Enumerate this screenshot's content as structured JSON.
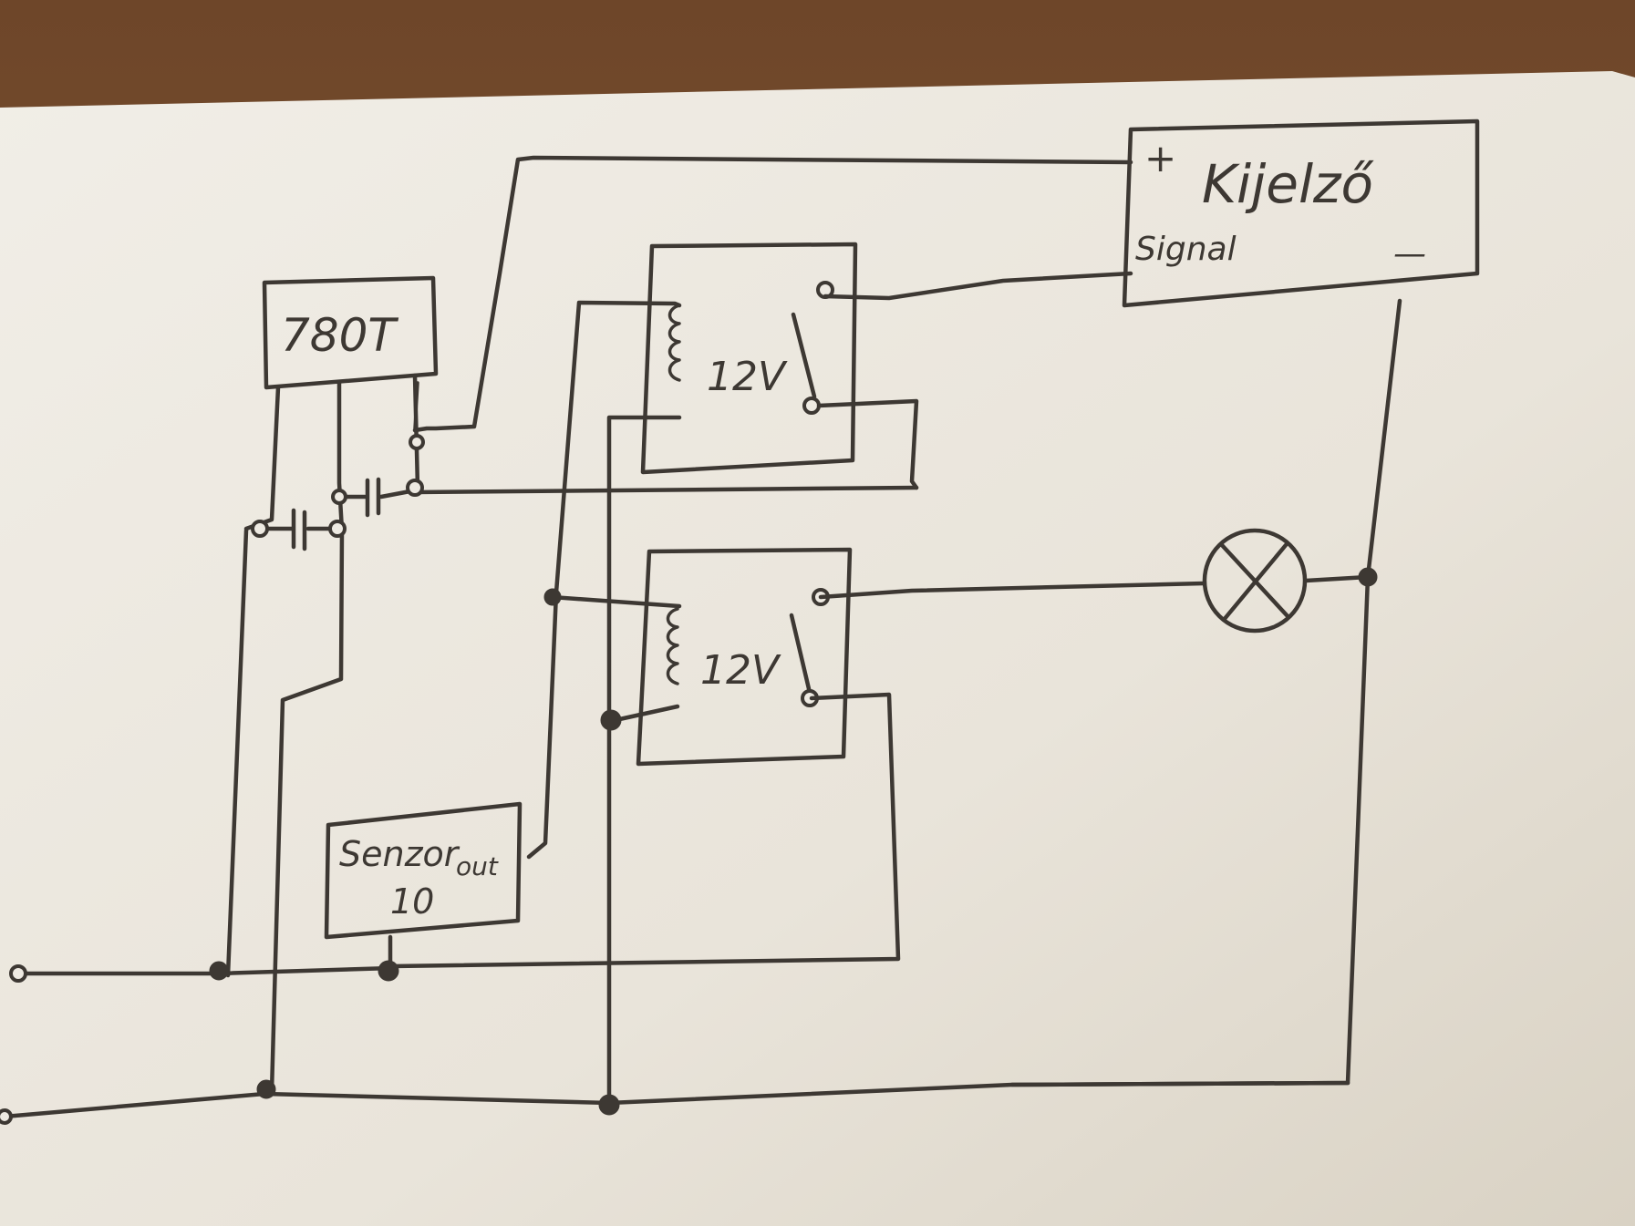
{
  "diagram": {
    "regulator": {
      "label": "780T"
    },
    "display": {
      "label": "Kijelző",
      "plus": "+",
      "signal": "Signal",
      "minus": "—"
    },
    "relay_top": {
      "label": "12V"
    },
    "relay_bottom": {
      "label": "12V"
    },
    "sensor": {
      "label": "Senzor",
      "voltage": "10",
      "out": "out"
    }
  },
  "colors": {
    "table": "#7a5230",
    "paper": "#eeeae2",
    "ink": "#3d3833"
  }
}
